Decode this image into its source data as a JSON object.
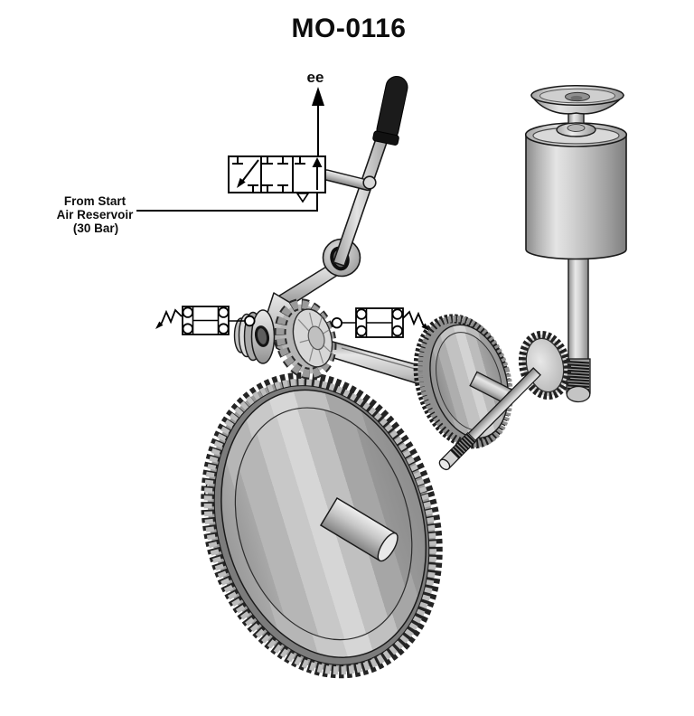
{
  "title": "MO-0116",
  "labels": {
    "flow_output": "ee",
    "source_line1": "From Start",
    "source_line2": "Air Reservoir",
    "source_line3": "(30 Bar)"
  },
  "colors": {
    "background": "#ffffff",
    "outline": "#1a1a1a",
    "schematic_line": "#000000",
    "metal_light": "#e8e8e8",
    "metal_mid": "#bdbdbd",
    "metal_dark": "#8a8a8a",
    "grip_black": "#1b1b1b"
  }
}
